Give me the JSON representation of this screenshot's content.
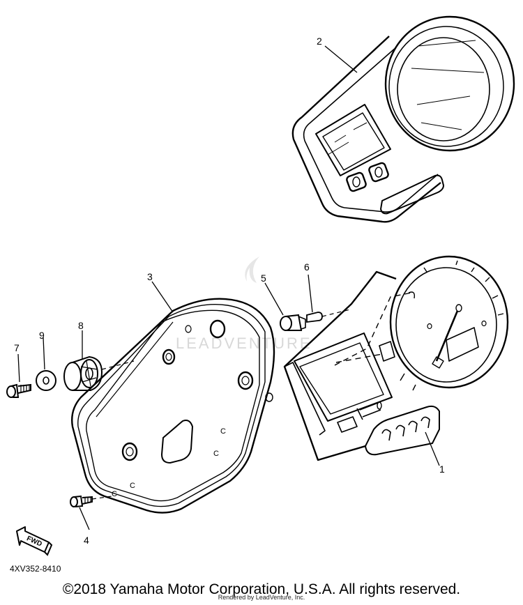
{
  "callouts": [
    {
      "id": "1",
      "label": "1"
    },
    {
      "id": "2",
      "label": "2"
    },
    {
      "id": "3",
      "label": "3"
    },
    {
      "id": "4",
      "label": "4"
    },
    {
      "id": "5",
      "label": "5"
    },
    {
      "id": "6",
      "label": "6"
    },
    {
      "id": "7",
      "label": "7"
    },
    {
      "id": "8",
      "label": "8"
    },
    {
      "id": "9",
      "label": "9"
    }
  ],
  "direction_label": "FWD",
  "part_code": "4XV352-8410",
  "copyright": "©2018 Yamaha Motor Corporation, U.S.A. All rights reserved.",
  "watermark": "LEADVENTURE",
  "rendered_by": "Rendered by LeadVenture, Inc."
}
